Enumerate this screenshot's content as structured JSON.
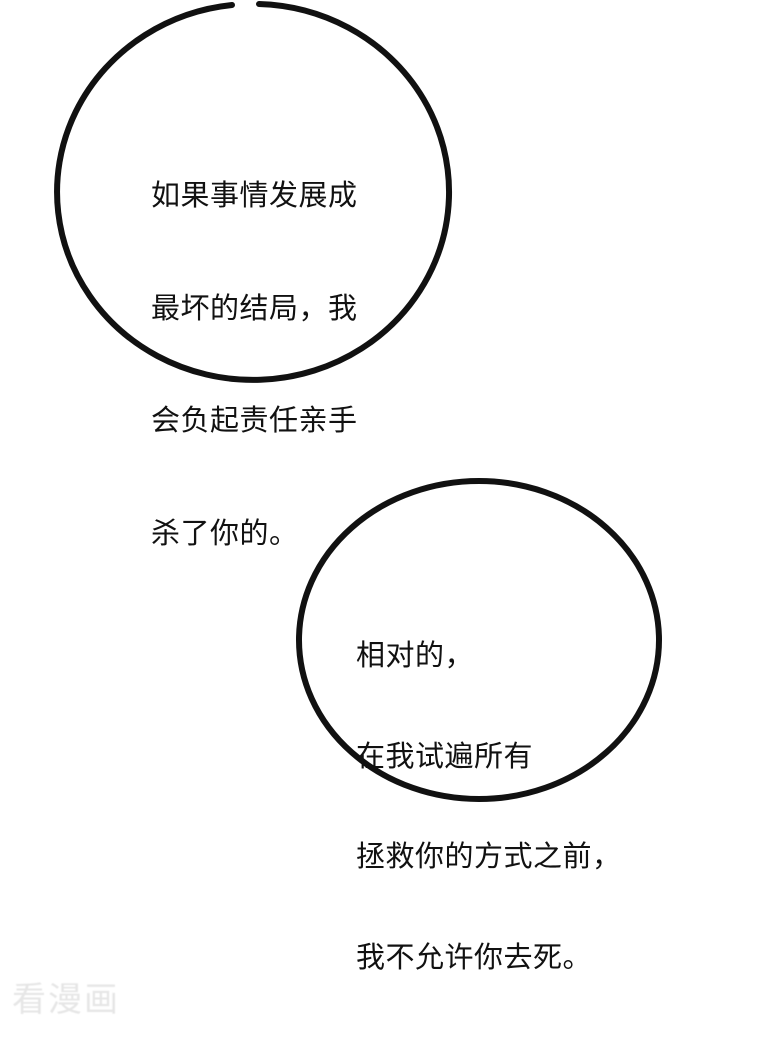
{
  "panel": {
    "background_color": "#ffffff",
    "stroke_color": "#111111"
  },
  "bubbles": [
    {
      "shape": "circle",
      "lines": [
        "如果事情发展成",
        "最坏的结局，我",
        "会负起责任亲手",
        "杀了你的。"
      ]
    },
    {
      "shape": "ellipse",
      "lines": [
        "相对的，",
        "在我试遍所有",
        "拯救你的方式之前，",
        "我不允许你去死。"
      ]
    }
  ],
  "watermark": {
    "text": "看漫画",
    "color": "#e6e6e6"
  }
}
